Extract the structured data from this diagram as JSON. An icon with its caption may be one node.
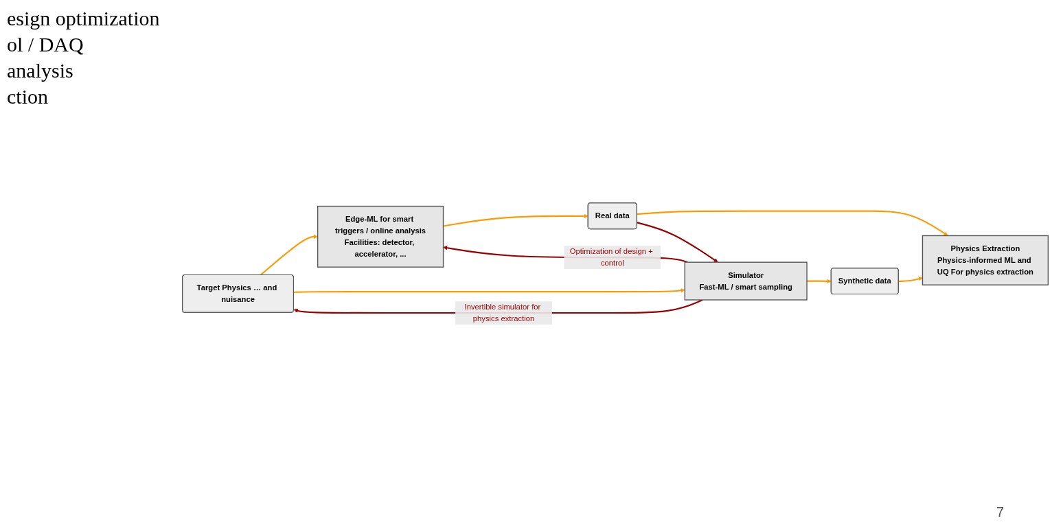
{
  "diagram": {
    "nodes": [
      {
        "text": [
          "Target Physics … and nuisance"
        ]
      },
      {
        "text": [
          "Edge-ML for smart triggers / online analysis",
          "Facilities: detector, accelerator, ..."
        ]
      },
      {
        "text": [
          "Real data"
        ]
      },
      {
        "text": [
          "Simulator",
          "Fast-ML / smart sampling"
        ]
      },
      {
        "text": [
          "Synthetic data"
        ]
      },
      {
        "text": [
          "Physics Extraction",
          "Physics-informed ML and UQ For physics extraction"
        ]
      }
    ],
    "edges": [
      {
        "from": 0,
        "to": 1,
        "arrow": "to"
      },
      {
        "from": 0,
        "to": 3,
        "arrow": "to"
      },
      {
        "from": 1,
        "to": 2,
        "arrow": "to"
      },
      {
        "from": 3,
        "to": 4,
        "arrow": "to"
      },
      {
        "from": 2,
        "to": 5,
        "arrow": "to"
      },
      {
        "from": 4,
        "to": 5,
        "arrow": "to"
      },
      {
        "from": 3,
        "to": 1,
        "arrow": "to",
        "label": "Optimization of design + control",
        "color": "#990000"
      },
      {
        "from": 2,
        "to": 3,
        "arrow": "to",
        "color": "#990000"
      },
      {
        "from": 3,
        "to": 0,
        "arrow": "to",
        "label": "Invertible simulator for physics extraction",
        "color": "#990000"
      }
    ],
    "labels": [
      "esign optimization",
      "ol / DAQ",
      "analysis",
      "ction",
      "7"
    ]
  }
}
